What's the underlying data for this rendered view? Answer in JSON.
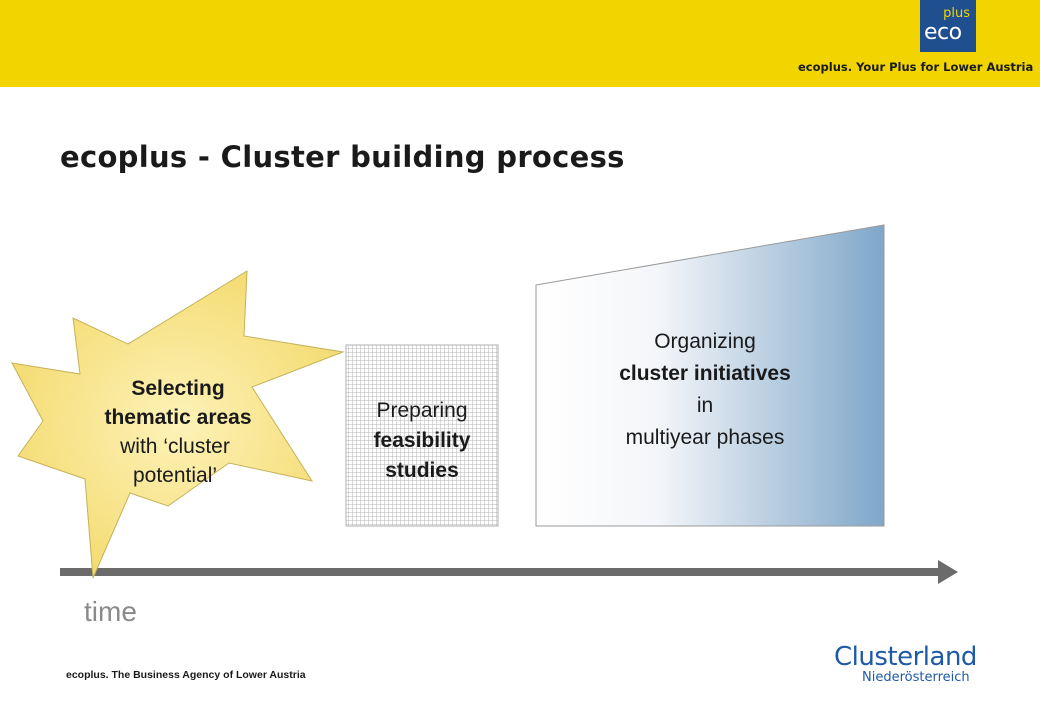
{
  "header": {
    "logo_sup": "plus",
    "logo_main": "eco",
    "tagline": "ecoplus. Your Plus for Lower Austria"
  },
  "title": "ecoplus - Cluster building process",
  "steps": {
    "selecting": {
      "line1": "Selecting",
      "line2": "thematic areas",
      "line3": "with ‘cluster",
      "line4": "potential’"
    },
    "preparing": {
      "line1": "Preparing",
      "line2": "feasibility",
      "line3": "studies"
    },
    "organizing": {
      "line1": "Organizing",
      "line2": "cluster initiatives",
      "line3": "in",
      "line4": "multiyear phases"
    }
  },
  "axis_label": "time",
  "footer": "ecoplus. The Business Agency of Lower Austria",
  "brand": {
    "name": "Clusterland",
    "region": "Niederösterreich"
  },
  "colors": {
    "header": "#f2d500",
    "burst": "#f7e07a",
    "gradient_end": "#7fa7c9",
    "arrow": "#6b6b6b",
    "brand_blue": "#1f5aa8"
  }
}
